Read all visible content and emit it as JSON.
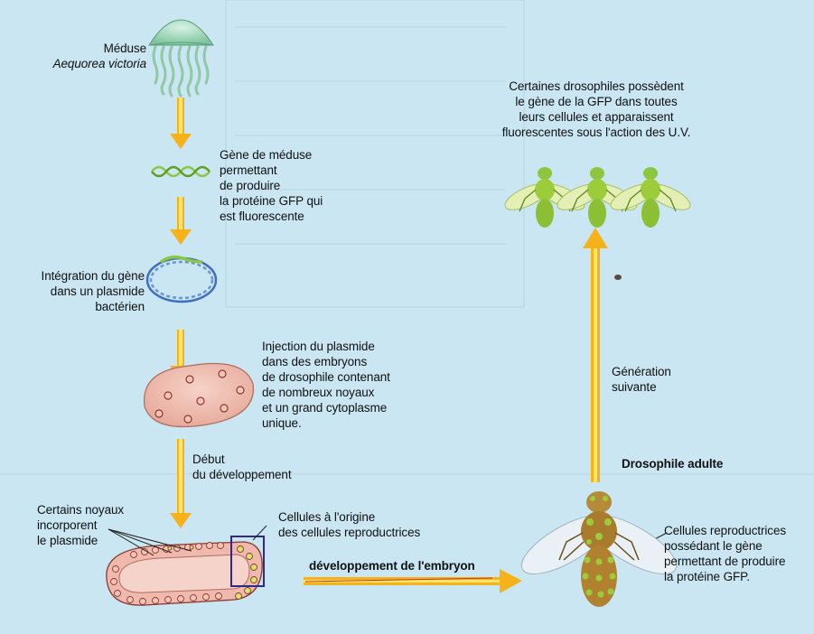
{
  "labels": {
    "meduse": "Méduse",
    "meduse_species": "Aequorea victoria",
    "gene_meduse": "Gène de méduse\npermettant\nde produire\nla protéine GFP qui\nest fluorescente",
    "integration": "Intégration du gène\ndans un plasmide\nbactérien",
    "injection": "Injection du plasmide\ndans des embryons\nde drosophile contenant\nde nombreux noyaux\net un grand cytoplasme\nunique.",
    "debut": "Début\ndu développement",
    "noyaux": "Certains noyaux\nincorporent\nle plasmide",
    "cellules_origine": "Cellules à l'origine\ndes cellules reproductrices",
    "developpement": "développement de l'embryon",
    "drosophile_adulte": "Drosophile adulte",
    "cellules_repro": "Cellules reproductrices\npossédant le gène\npermettant de produire\nla protéine GFP.",
    "generation": "Génération\nsuivante",
    "certaines": "Certaines drosophiles possèdent\nle gène de la GFP dans toutes\nleurs cellules et apparaissent\nfluorescentes sous l'action des U.V."
  },
  "colors": {
    "background": "#c9e6f2",
    "arrow_fill": "#f7b21a",
    "arrow_core": "#fde46a",
    "jellyfish": "#a9dcc0",
    "embryo": "#efb9ad",
    "nucleus_border": "#8a3a30",
    "gfp_green": "#8cc63f",
    "plasmid_blue": "#3f6fbf",
    "fly_green": "#9ccc3a",
    "fly_body": "#b58a3a",
    "box_blue": "#2e2a8c",
    "red_line": "#c0392b"
  }
}
